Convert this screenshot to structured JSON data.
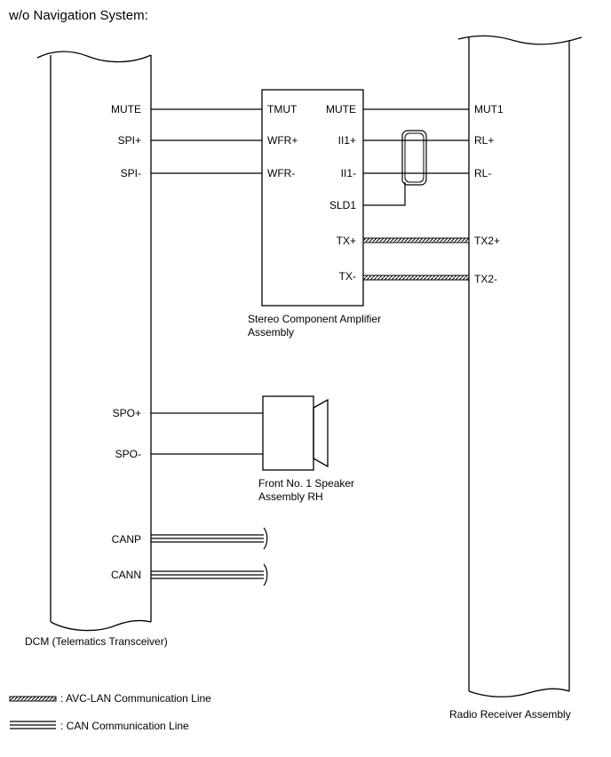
{
  "title": "w/o Navigation System:",
  "components": {
    "dcm": {
      "name": "DCM (Telematics Transceiver)",
      "pins": [
        "MUTE",
        "SPI+",
        "SPI-",
        "SPO+",
        "SPO-",
        "CANP",
        "CANN"
      ]
    },
    "amplifier": {
      "name_line1": "Stereo Component Amplifier",
      "name_line2": "Assembly",
      "left_pins": [
        "TMUT",
        "WFR+",
        "WFR-"
      ],
      "right_pins": [
        "MUTE",
        "II1+",
        "II1-",
        "SLD1",
        "TX+",
        "TX-"
      ]
    },
    "speaker": {
      "name_line1": "Front No. 1 Speaker",
      "name_line2": "Assembly RH"
    },
    "radio": {
      "name": "Radio Receiver Assembly",
      "pins": [
        "MUT1",
        "RL+",
        "RL-",
        "TX2+",
        "TX2-"
      ]
    }
  },
  "legend": {
    "avc_lan": ": AVC-LAN Communication Line",
    "can": ": CAN Communication Line"
  },
  "colors": {
    "line": "#000000",
    "background": "#ffffff"
  }
}
